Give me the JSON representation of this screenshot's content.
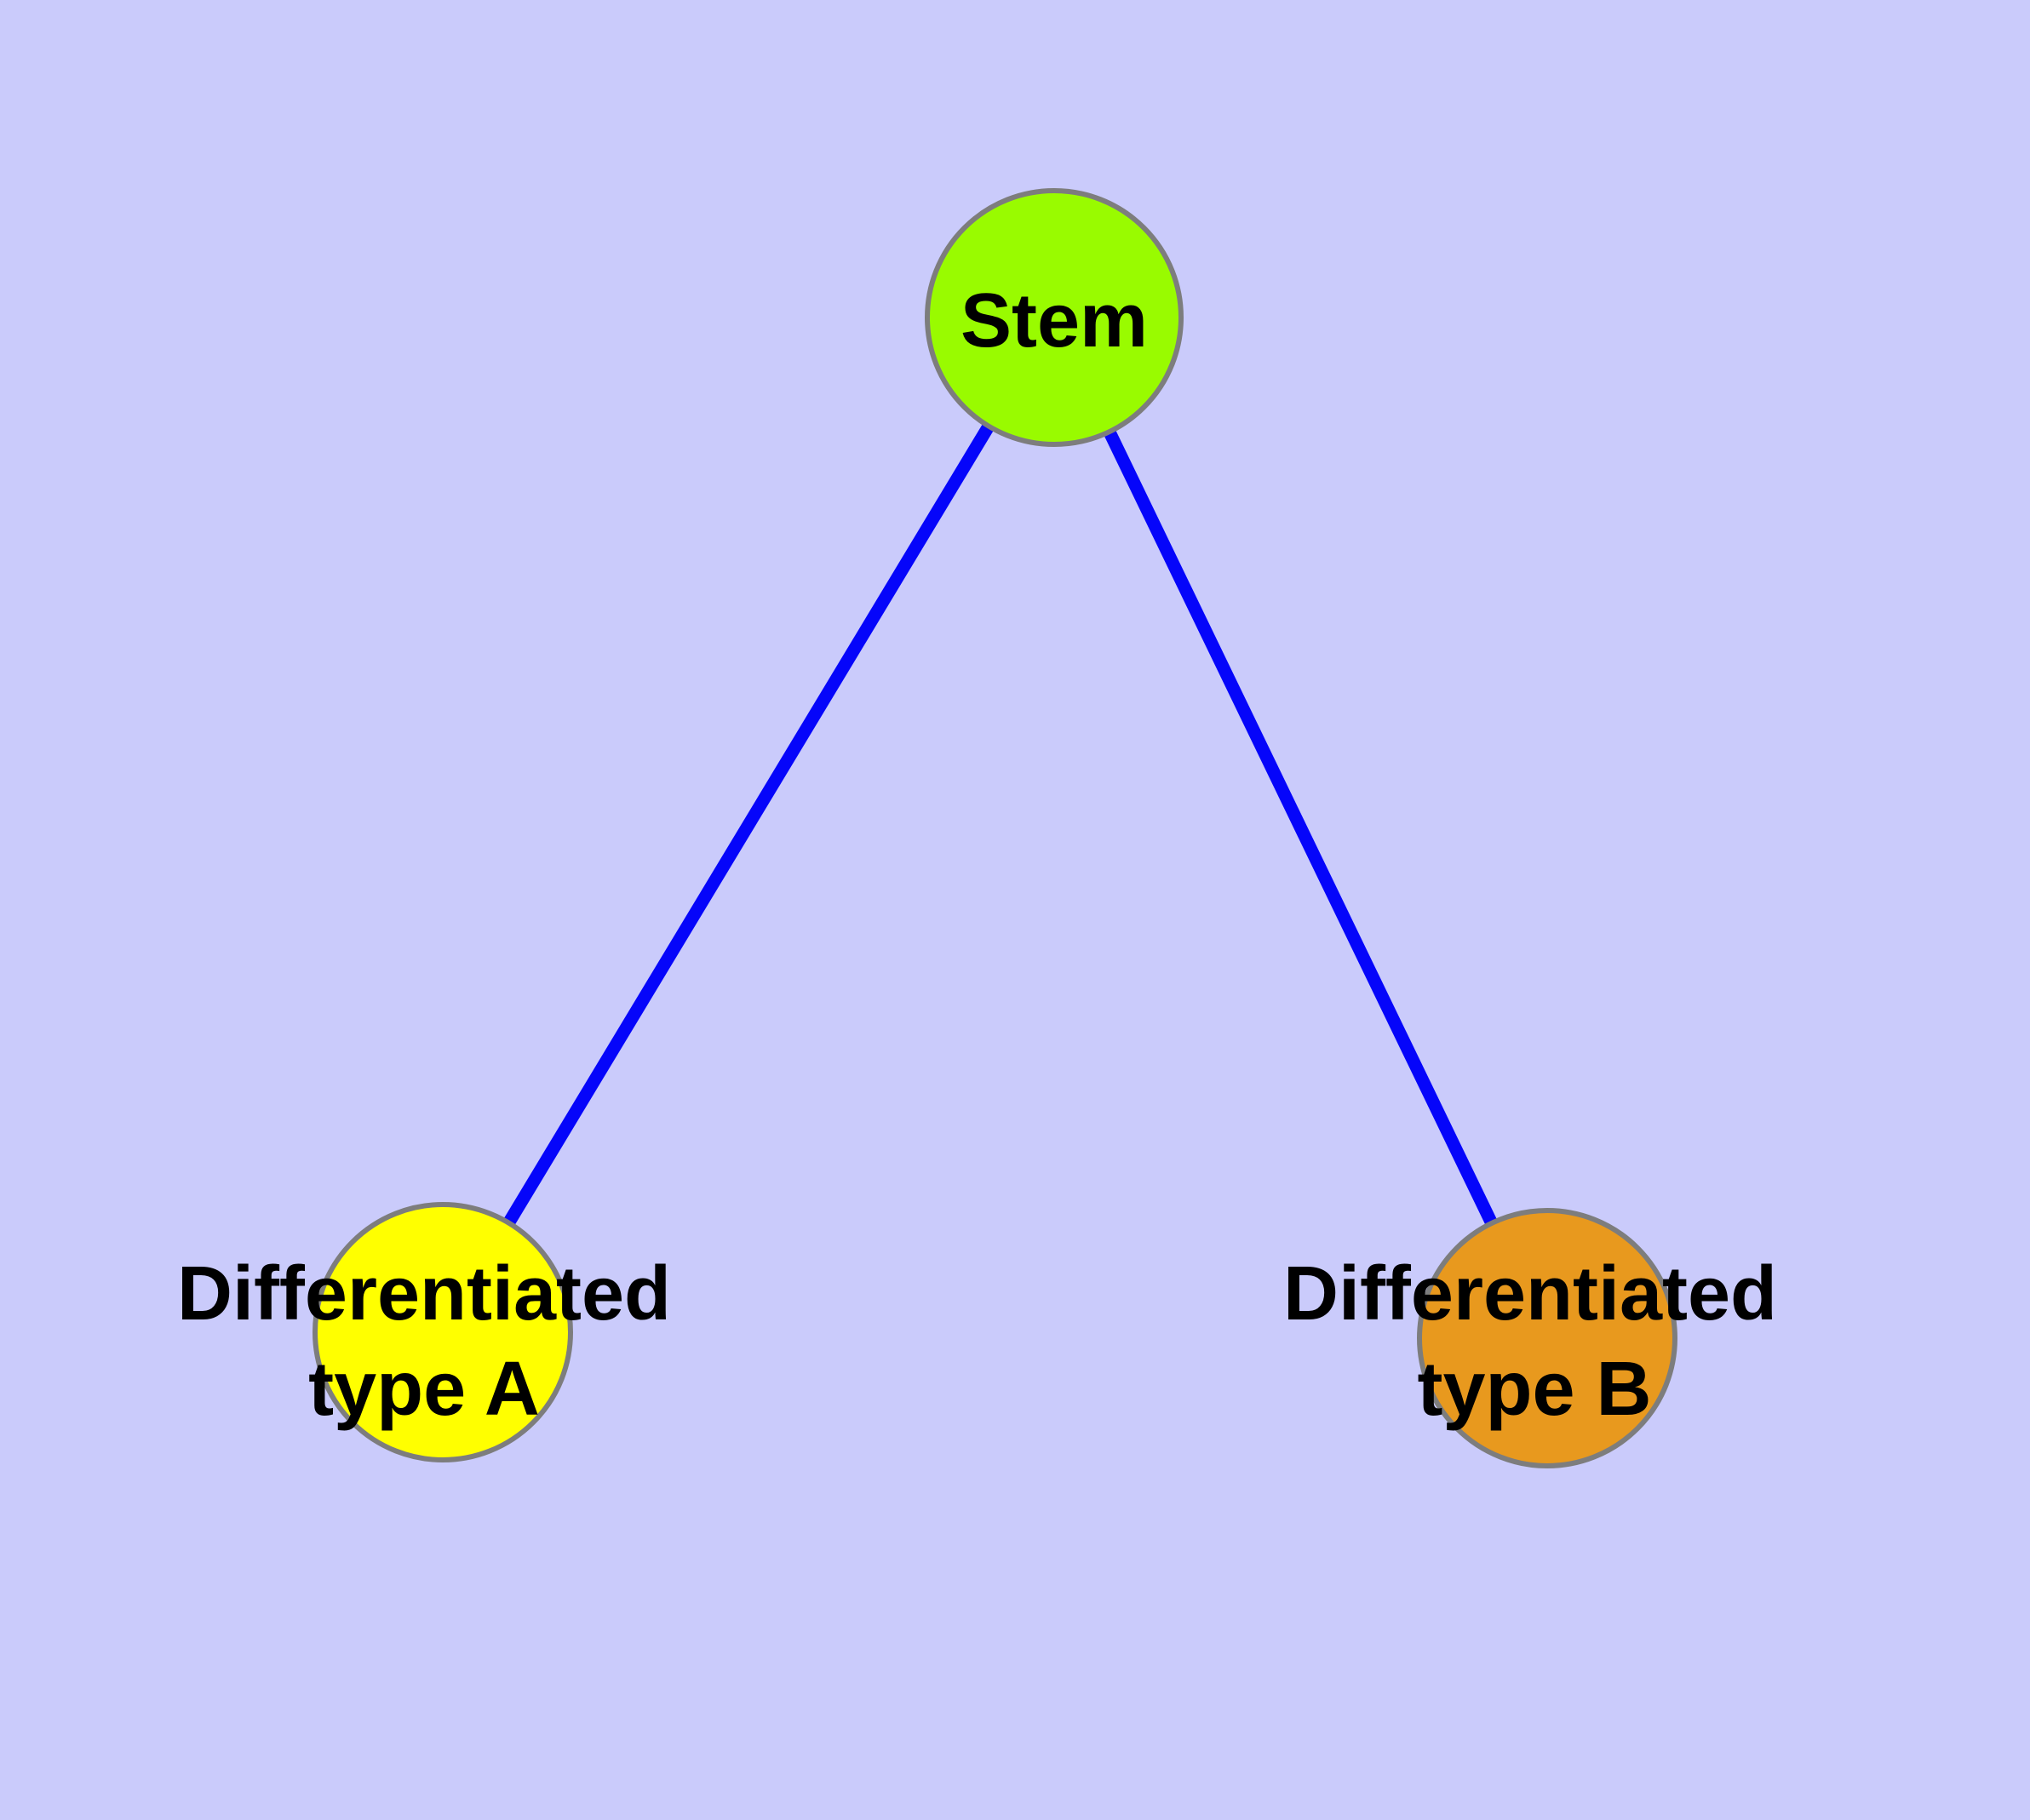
{
  "diagram": {
    "type": "node-link-graph",
    "background_color": "#CACBFB",
    "edge_color": "#0505FA",
    "node_border_color": "#7D7D7D",
    "text_color": "#000000"
  },
  "nodes": {
    "stem": {
      "label": "Stem",
      "fill_color": "#99FB00"
    },
    "type_a": {
      "label": "Differentiated type A",
      "label_line1": "Differentiated",
      "label_line2": "type A",
      "fill_color": "#FFFF00"
    },
    "type_b": {
      "label": "Differentiated type B",
      "label_line1": "Differentiated",
      "label_line2": "type B",
      "fill_color": "#E8991E"
    }
  },
  "edges": [
    {
      "from": "Stem",
      "to": "Differentiated type A"
    },
    {
      "from": "Stem",
      "to": "Differentiated type B"
    }
  ]
}
